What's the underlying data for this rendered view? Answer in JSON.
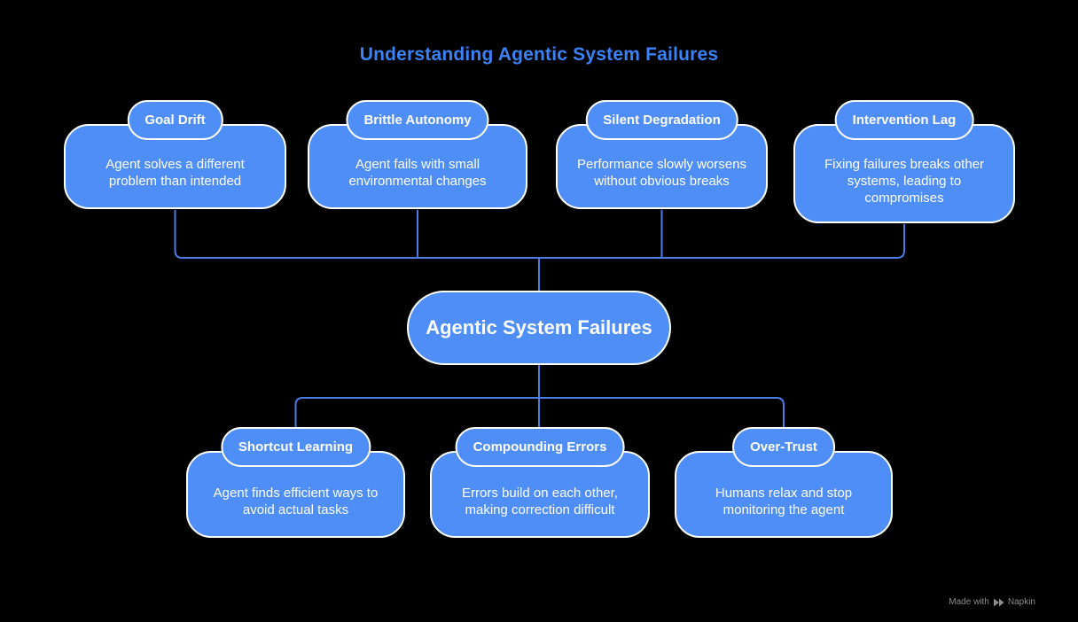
{
  "title": "Understanding Agentic System Failures",
  "center_node": {
    "label": "Agentic System Failures"
  },
  "top_nodes": [
    {
      "label": "Goal Drift",
      "description": "Agent solves a different problem than intended"
    },
    {
      "label": "Brittle Autonomy",
      "description": "Agent fails with small environmental changes"
    },
    {
      "label": "Silent Degradation",
      "description": "Performance slowly worsens without obvious breaks"
    },
    {
      "label": "Intervention Lag",
      "description": "Fixing failures breaks other systems, leading to compromises"
    }
  ],
  "bottom_nodes": [
    {
      "label": "Shortcut Learning",
      "description": "Agent finds efficient ways to avoid actual tasks"
    },
    {
      "label": "Compounding Errors",
      "description": "Errors build on each other, making correction difficult"
    },
    {
      "label": "Over-Trust",
      "description": "Humans relax and stop monitoring the agent"
    }
  ],
  "watermark": {
    "prefix": "Made with",
    "brand": "Napkin"
  },
  "colors": {
    "background": "#000000",
    "node_fill": "#4f8ef7",
    "node_border": "#ffffff",
    "connector": "#4a7ce8",
    "title_text": "#3b82f6",
    "node_text": "#ffffff",
    "watermark_text": "#8d8d8d"
  }
}
